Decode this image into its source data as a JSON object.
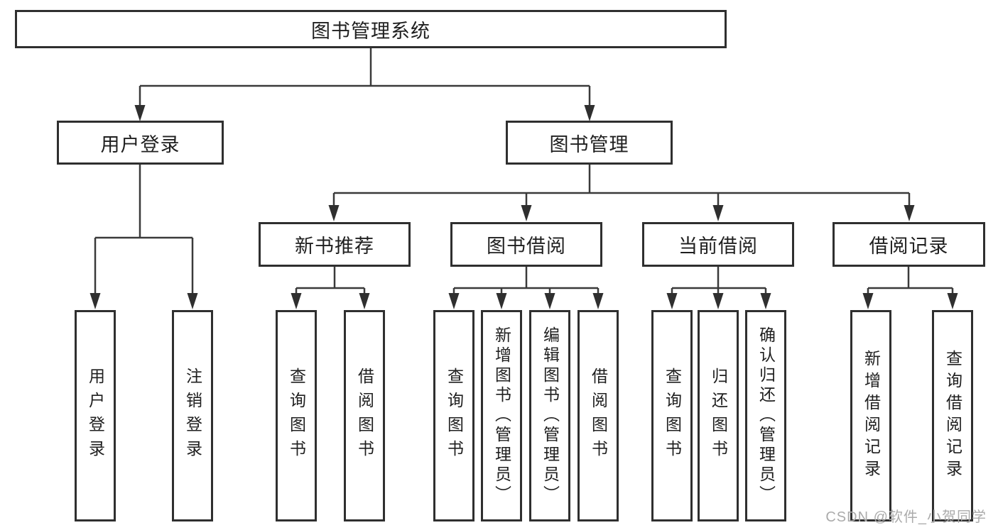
{
  "diagram": {
    "root_label": "图书管理系统",
    "level2": {
      "user_login": "用户登录",
      "book_management": "图书管理"
    },
    "level3": {
      "new_book_recommend": "新书推荐",
      "book_borrowing": "图书借阅",
      "current_borrowing": "当前借阅",
      "borrowing_records": "借阅记录"
    },
    "leaves": {
      "user_login": [
        "用户登录",
        "注销登录"
      ],
      "new_book_recommend": [
        "查询图书",
        "借阅图书"
      ],
      "book_borrowing": [
        "查询图书",
        "新增图书（管理员）",
        "编辑图书（管理员）",
        "借阅图书"
      ],
      "current_borrowing": [
        "查询图书",
        "归还图书",
        "确认归还（管理员）"
      ],
      "borrowing_records": [
        "新增借阅记录",
        "查询借阅记录"
      ]
    }
  },
  "watermark": "CSDN @软件_小贺同学",
  "colors": {
    "line": "#3a3a3a",
    "arrow": "#2f2f2f",
    "box_border": "#2f2f2f",
    "text": "#1f1f1f",
    "watermark": "#ababab",
    "background": "#ffffff"
  }
}
